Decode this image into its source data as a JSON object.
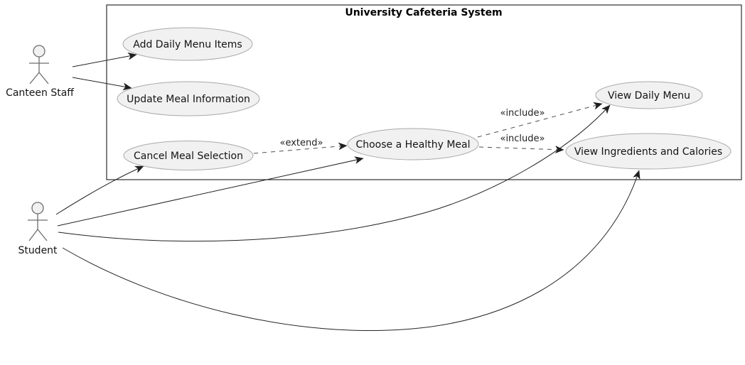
{
  "system": {
    "title": "University Cafeteria System"
  },
  "actors": [
    {
      "name": "Canteen Staff"
    },
    {
      "name": "Student"
    }
  ],
  "use_cases": [
    {
      "label": "Add Daily Menu Items"
    },
    {
      "label": "Update Meal Information"
    },
    {
      "label": "Cancel Meal Selection"
    },
    {
      "label": "Choose a Healthy Meal"
    },
    {
      "label": "View Daily Menu"
    },
    {
      "label": "View Ingredients and Calories"
    }
  ],
  "relationships": [
    {
      "from": "Canteen Staff",
      "to": "Add Daily Menu Items",
      "type": "association",
      "label": ""
    },
    {
      "from": "Canteen Staff",
      "to": "Update Meal Information",
      "type": "association",
      "label": ""
    },
    {
      "from": "Student",
      "to": "Cancel Meal Selection",
      "type": "association",
      "label": ""
    },
    {
      "from": "Student",
      "to": "Choose a Healthy Meal",
      "type": "association",
      "label": ""
    },
    {
      "from": "Student",
      "to": "View Daily Menu",
      "type": "association",
      "label": ""
    },
    {
      "from": "Student",
      "to": "View Ingredients and Calories",
      "type": "association",
      "label": ""
    },
    {
      "from": "Cancel Meal Selection",
      "to": "Choose a Healthy Meal",
      "type": "extend",
      "label": "«extend»"
    },
    {
      "from": "Choose a Healthy Meal",
      "to": "View Daily Menu",
      "type": "include",
      "label": "«include»"
    },
    {
      "from": "Choose a Healthy Meal",
      "to": "View Ingredients and Calories",
      "type": "include",
      "label": "«include»"
    }
  ],
  "colors": {
    "background": "#ffffff",
    "usecase_fill": "#f1f1f1",
    "usecase_border": "#a9a9a9",
    "boundary_border": "#1b1b1b",
    "actor_stroke": "#6d6d6d",
    "association_line": "#222222",
    "dashed_line": "#4e4e4e",
    "text": "#141414"
  }
}
